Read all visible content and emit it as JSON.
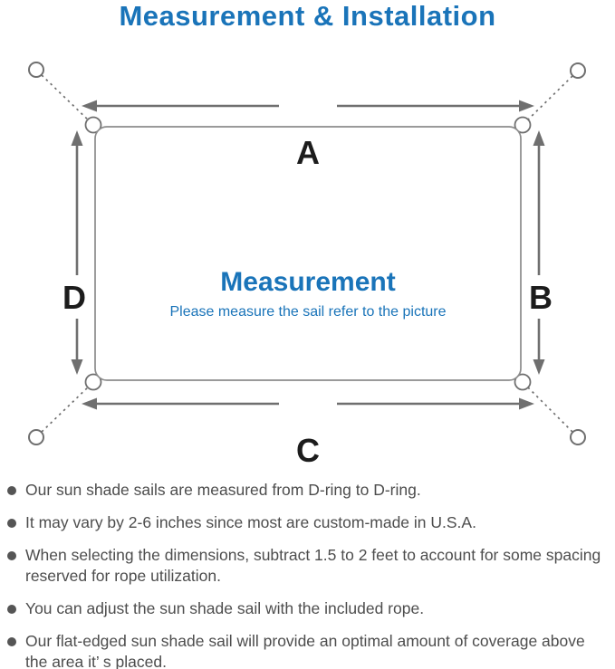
{
  "title": "Measurement & Installation",
  "colors": {
    "accent_blue": "#1a74b9",
    "diagram_gray": "#6f6f6f",
    "label_black": "#1c1c1c",
    "note_text_gray": "#4d4d4d"
  },
  "diagram": {
    "dim_top": "A",
    "dim_right": "B",
    "dim_bottom": "C",
    "dim_left": "D",
    "center_title": "Measurement",
    "center_subtitle": "Please measure the sail refer to the picture"
  },
  "notes": [
    "Our sun shade sails are measured from D-ring to D-ring.",
    "It may vary by 2-6 inches since most are custom-made in U.S.A.",
    "When selecting the dimensions, subtract 1.5 to 2 feet to account for some spacing reserved for rope utilization.",
    "You can adjust the sun shade sail with the included rope.",
    "Our flat-edged sun shade sail will provide an optimal amount of coverage above the area it’ s placed."
  ]
}
